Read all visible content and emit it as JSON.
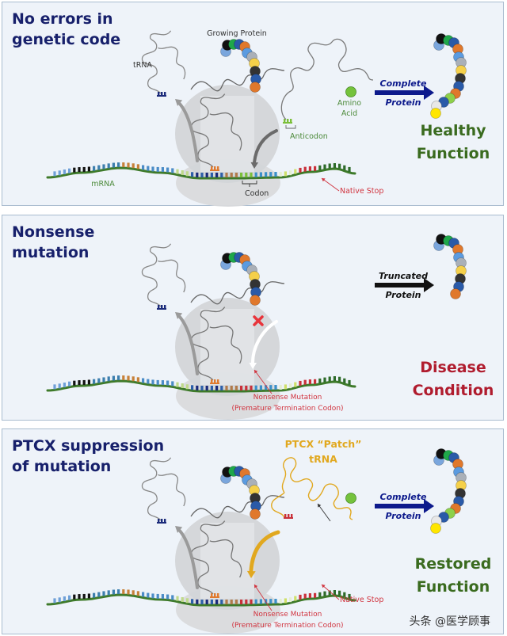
{
  "panels": [
    {
      "id": "no-errors",
      "title": [
        "No errors in",
        "genetic code"
      ],
      "title_color": "#17206b",
      "labels": {
        "growing_protein": "Growing Protein",
        "trna": "tRNA",
        "amino_acid": [
          "Amino",
          "Acid"
        ],
        "anticodon": "Anticodon",
        "codon": "Codon",
        "mrna": "mRNA",
        "native_stop": "Native Stop"
      },
      "arrow": {
        "label": [
          "Complete",
          "Protein"
        ],
        "color": "#0d1a8c"
      },
      "outcome": {
        "text": [
          "Healthy",
          "Function"
        ],
        "color": "#3a6b1f"
      },
      "incoming_trna_color": "#7a7a7a",
      "incoming_arrow_color": "#6b6b6b",
      "blocked": false,
      "protein_beads": [
        "#7aa6dd",
        "#111111",
        "#1fa74a",
        "#2a5aa8",
        "#e0782c",
        "#5b9be0",
        "#aab0b8",
        "#f5d04a",
        "#333333",
        "#2a5aa8",
        "#e0782c",
        "#8dd04a",
        "#2a5aa8",
        "#e8e8e8",
        "#ffe600"
      ]
    },
    {
      "id": "nonsense",
      "title": [
        "Nonsense",
        "mutation"
      ],
      "title_color": "#17206b",
      "labels": {
        "nonsense_mutation": [
          "Nonsense Mutation",
          "(Premature Termination Codon)"
        ]
      },
      "arrow": {
        "label": [
          "Truncated",
          "Protein"
        ],
        "color": "#111111"
      },
      "outcome": {
        "text": [
          "Disease",
          "Condition"
        ],
        "color": "#b01c2e"
      },
      "blocked": true,
      "block_mark_color": "#e8343b",
      "protein_beads": [
        "#7aa6dd",
        "#111111",
        "#1fa74a",
        "#2a5aa8",
        "#e0782c",
        "#5b9be0",
        "#aab0b8",
        "#f5d04a",
        "#333333",
        "#2a5aa8",
        "#e0782c"
      ]
    },
    {
      "id": "ptcx",
      "title": [
        "PTCX suppression",
        "of mutation"
      ],
      "title_color": "#17206b",
      "labels": {
        "patch_trna": [
          "PTCX “Patch”",
          "tRNA"
        ],
        "native_stop": "Native Stop",
        "nonsense_mutation": [
          "Nonsense Mutation",
          "(Premature Termination Codon)"
        ]
      },
      "patch_color": "#e1a81f",
      "arrow": {
        "label": [
          "Complete",
          "Protein"
        ],
        "color": "#0d1a8c"
      },
      "outcome": {
        "text": [
          "Restored",
          "Function"
        ],
        "color": "#3a6b1f"
      },
      "blocked": false,
      "protein_beads": [
        "#7aa6dd",
        "#111111",
        "#1fa74a",
        "#2a5aa8",
        "#e0782c",
        "#5b9be0",
        "#aab0b8",
        "#f5d04a",
        "#333333",
        "#2a5aa8",
        "#e0782c",
        "#8dd04a",
        "#2a5aa8",
        "#e8e8e8",
        "#ffe600"
      ]
    }
  ],
  "colors": {
    "label_dark": "#333333",
    "label_green": "#4c8a3a",
    "label_red": "#d1343f",
    "trna_gray": "#6e6e6e",
    "anticodon_blue": "#1a2a7a",
    "anticodon_orange": "#e07a2e",
    "anticodon_green": "#7bbf3a",
    "anticodon_red": "#c9303a",
    "mrna_backbone": "#3e7a2a",
    "amino_green": "#74c23c",
    "ribosome": "#d4d6d9"
  },
  "watermark": "头条 @医学顾事"
}
